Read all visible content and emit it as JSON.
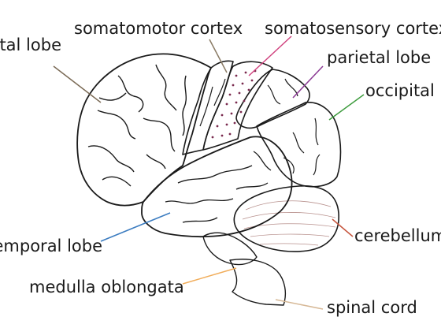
{
  "diagram": {
    "labels": {
      "frontal": "frontal lobe",
      "somatomotor": "somatomotor cortex",
      "somatosensory": "somatosensory cortex",
      "parietal": "parietal lobe",
      "occipital": "occipital lobe",
      "temporal": "temporal lobe",
      "cerebellum": "cerebellum",
      "medulla": "medulla oblongata",
      "spinal": "spinal cord"
    },
    "colors": {
      "frontal": "#d6b48a",
      "somatomotor": "#d5c5b3",
      "somatosensory": "#d88fb0",
      "parietal": "#8e5a96",
      "occipital": "#5a9a5a",
      "temporal": "#6c93b8",
      "cerebellum": "#c0645c",
      "medulla": "#f5b34a",
      "spinal": "#f2dcbf",
      "leader_frontal": "#7a6a55",
      "leader_somatomotor": "#8a7b65",
      "leader_somatosensory": "#d0427e",
      "leader_parietal": "#8b3a94",
      "leader_occipital": "#3e9c3e",
      "leader_temporal": "#3b7cc0",
      "leader_cerebellum": "#c6553d",
      "leader_medulla": "#f1ad5a",
      "leader_spinal": "#d6b896"
    }
  }
}
